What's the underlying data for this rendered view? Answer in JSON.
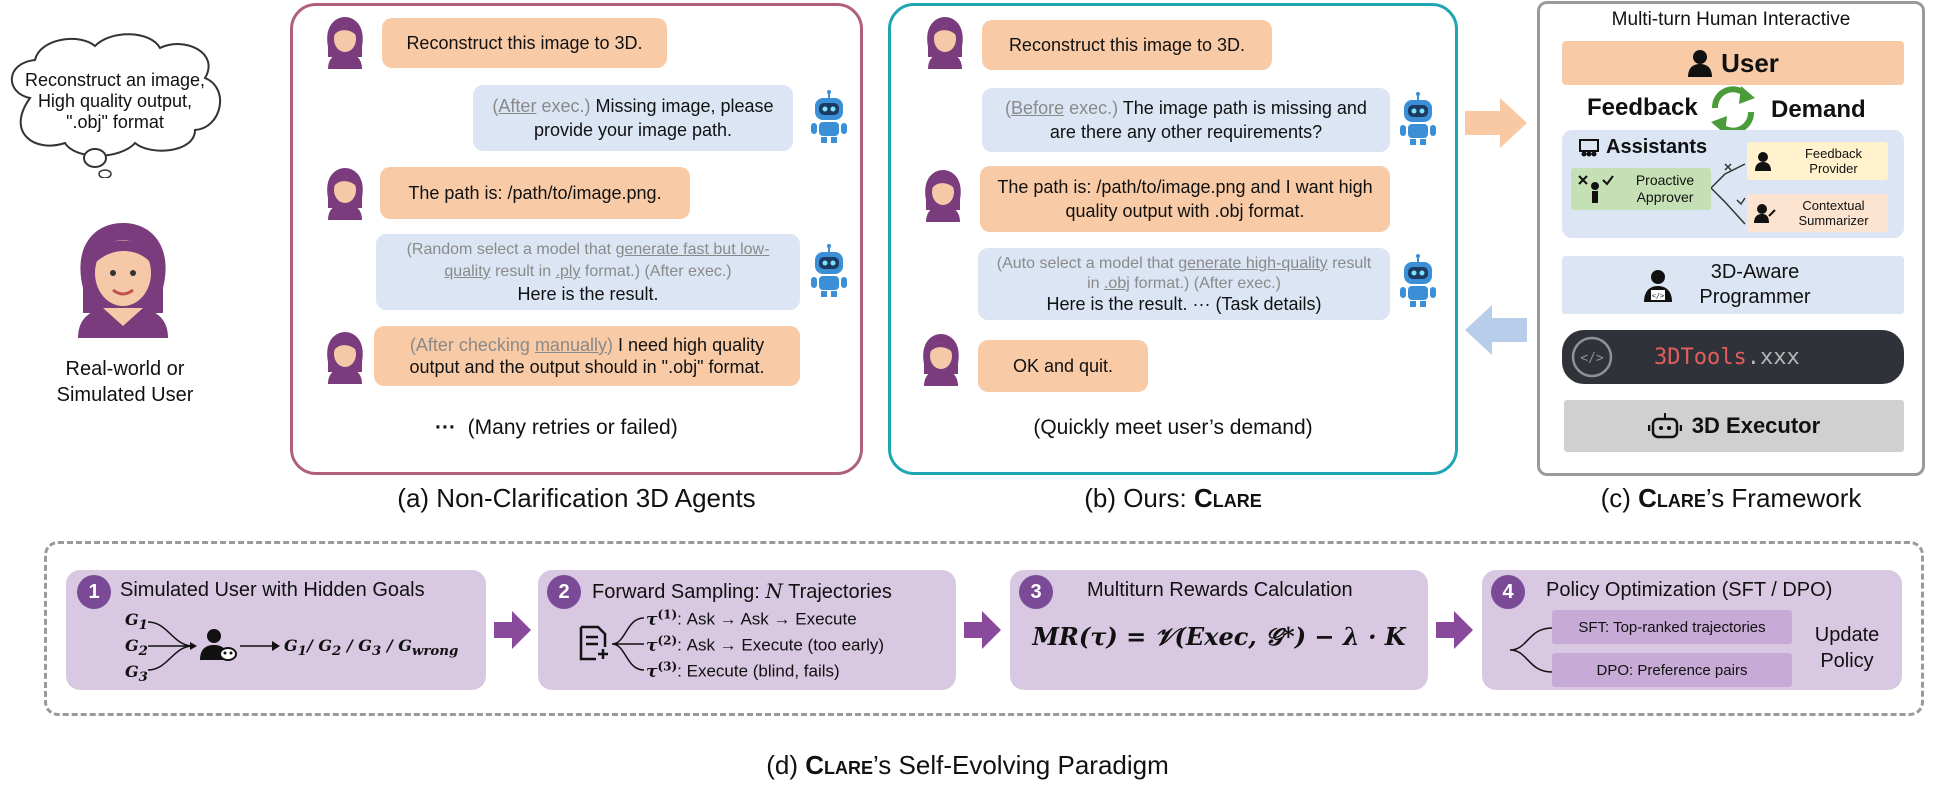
{
  "left_user": {
    "thought_lines": [
      "Reconstruct an image,",
      "High quality output,",
      "\".obj\" format"
    ],
    "label_lines": [
      "Real-world or",
      "Simulated User"
    ]
  },
  "panel_a": {
    "msg1": "Reconstruct this image to 3D.",
    "msg2_prefix": "(",
    "msg2_tag": "After",
    "msg2_tag_rest": " exec.)",
    "msg2_text": " Missing image, please provide your image path.",
    "msg3": "The path is: /path/to/image.png.",
    "msg4_a": "(Random select a model that ",
    "msg4_u1": "generate fast but low-quality",
    "msg4_b": " result in ",
    "msg4_u2": ".ply",
    "msg4_c": " format.) (After exec.)",
    "msg4_d": "Here is the result.",
    "msg5_a": "(After checking ",
    "msg5_u": "manually",
    "msg5_b": ")",
    "msg5_c": " I need high quality output and the output should in \".obj\" format.",
    "footer_dots": "···",
    "footer": "(Many retries or failed)",
    "caption": "(a) Non-Clarification 3D Agents"
  },
  "panel_b": {
    "msg1": "Reconstruct this image to 3D.",
    "msg2_tag": "Before",
    "msg2_tag_rest": " exec.)",
    "msg2_text": " The image path is missing and are there any other requirements?",
    "msg3": "The path is: /path/to/image.png and I want high quality output with .obj format.",
    "msg4_a": "(Auto select a model that ",
    "msg4_u1": "generate high-quality",
    "msg4_b": " result in ",
    "msg4_u2": ".obj",
    "msg4_c": " format.) (After exec.)",
    "msg4_d": "Here is the result. ··· (Task details)",
    "msg5": "OK and quit.",
    "footer": "(Quickly meet user’s demand)",
    "caption_prefix": "(b) Ours: ",
    "caption_name": "Clare"
  },
  "panel_c": {
    "title": "Multi-turn Human Interactive",
    "user": "User",
    "feedback": "Feedback",
    "demand": "Demand",
    "assistants": "Assistants",
    "approver": "Proactive Approver",
    "feedback_provider": "Feedback Provider",
    "summarizer": "Contextual Summarizer",
    "programmer": "3D-Aware Programmer",
    "tools_red": "3DTools",
    "tools_gray": ".xxx",
    "executor": "3D Executor",
    "caption_prefix": "(c) ",
    "caption_name": "Clare",
    "caption_suffix": "’s Framework"
  },
  "panel_d": {
    "step1_num": "1",
    "step1_title": "Simulated User with Hidden Goals",
    "step2_num": "2",
    "step2_title": "Forward Sampling: ",
    "step2_title_var": "N",
    "step2_title_rest": " Trajectories",
    "traj1": ": Ask → Ask → Execute",
    "traj2": ": Ask → Execute (too early)",
    "traj3": ": Execute (blind, fails)",
    "step3_num": "3",
    "step3_title": "Multiturn Rewards Calculation",
    "step4_num": "4",
    "step4_title": "Policy Optimization (SFT / DPO)",
    "sft": "SFT: Top-ranked trajectories",
    "dpo": "DPO: Preference pairs",
    "update": "Update Policy",
    "caption_prefix": "(d) ",
    "caption_name": "Clare",
    "caption_suffix": "’s Self-Evolving Paradigm"
  },
  "colors": {
    "panel_a_border": "#b0607e",
    "panel_b_border": "#1fa6b2",
    "panel_c_border": "#9a9a9a",
    "user_bubble": "#f8cba6",
    "agent_bubble": "#dbe5f3",
    "step_bg": "#d9c8e1",
    "accent_purple": "#7b4a96",
    "tools_red": "#e35d5d"
  }
}
